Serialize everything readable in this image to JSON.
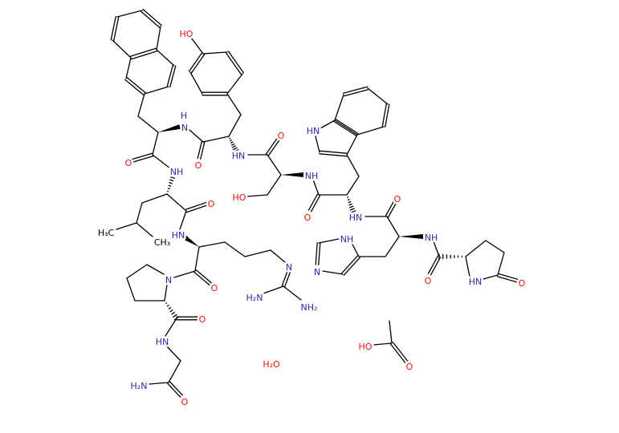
{
  "title": "Peptide acetate hydrate structure",
  "colors": {
    "N": "#2a2aa8",
    "O": "#ee1111",
    "C": "#000000"
  },
  "atoms": [
    {
      "text": "HO",
      "el": "O"
    },
    {
      "text": "H",
      "el": "N"
    },
    {
      "text": "N",
      "el": "N"
    },
    {
      "text": "O",
      "el": "O"
    },
    {
      "text": "NH",
      "el": "N"
    },
    {
      "text": "HN",
      "el": "N"
    },
    {
      "text": "O",
      "el": "O"
    },
    {
      "text": "O",
      "el": "O"
    },
    {
      "text": "HO",
      "el": "O"
    },
    {
      "text": "NH",
      "el": "N"
    },
    {
      "text": "O",
      "el": "O"
    },
    {
      "text": "HN",
      "el": "N"
    },
    {
      "text": "HN",
      "el": "N"
    },
    {
      "text": "O",
      "el": "O"
    },
    {
      "text": "NH",
      "el": "N"
    },
    {
      "text": "NH",
      "el": "N"
    },
    {
      "text": "N",
      "el": "N"
    },
    {
      "text": "O",
      "el": "O"
    },
    {
      "text": "HN",
      "el": "N"
    },
    {
      "text": "O",
      "el": "O"
    },
    {
      "text": "O",
      "el": "O"
    },
    {
      "text": "H₃C",
      "el": "C"
    },
    {
      "text": "CH₃",
      "el": "C"
    },
    {
      "text": "HN",
      "el": "N"
    },
    {
      "text": "N",
      "el": "N"
    },
    {
      "text": "H₂N",
      "el": "N"
    },
    {
      "text": "NH₂",
      "el": "N"
    },
    {
      "text": "O",
      "el": "O"
    },
    {
      "text": "N",
      "el": "N"
    },
    {
      "text": "O",
      "el": "O"
    },
    {
      "text": "HN",
      "el": "N"
    },
    {
      "text": "H₂N",
      "el": "N"
    },
    {
      "text": "O",
      "el": "O"
    },
    {
      "text": "H₂O",
      "el": "O"
    },
    {
      "text": "HO",
      "el": "O"
    },
    {
      "text": "O",
      "el": "O"
    }
  ]
}
